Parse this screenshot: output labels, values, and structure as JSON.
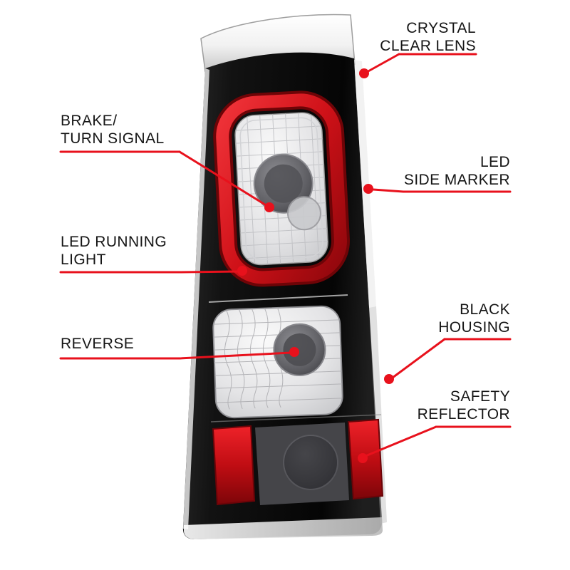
{
  "colors": {
    "background": "#ffffff",
    "callout_red": "#e8111c",
    "text_black": "#151515",
    "housing_black": "#0a0a0a",
    "lens_red": "#c81016",
    "chrome_silver": "#d9d9d9",
    "smoke_gray": "#5f5f64"
  },
  "callouts": {
    "crystal_clear_lens": {
      "line1": "CRYSTAL",
      "line2": "CLEAR LENS"
    },
    "brake_turn_signal": {
      "line1": "BRAKE/",
      "line2": "TURN SIGNAL"
    },
    "led_side_marker": {
      "line1": "LED",
      "line2": "SIDE MARKER"
    },
    "led_running_light": {
      "line1": "LED RUNNING",
      "line2": "LIGHT"
    },
    "black_housing": {
      "line1": "BLACK",
      "line2": "HOUSING"
    },
    "reverse": {
      "line1": "REVERSE"
    },
    "safety_reflector": {
      "line1": "SAFETY",
      "line2": "REFLECTOR"
    }
  }
}
